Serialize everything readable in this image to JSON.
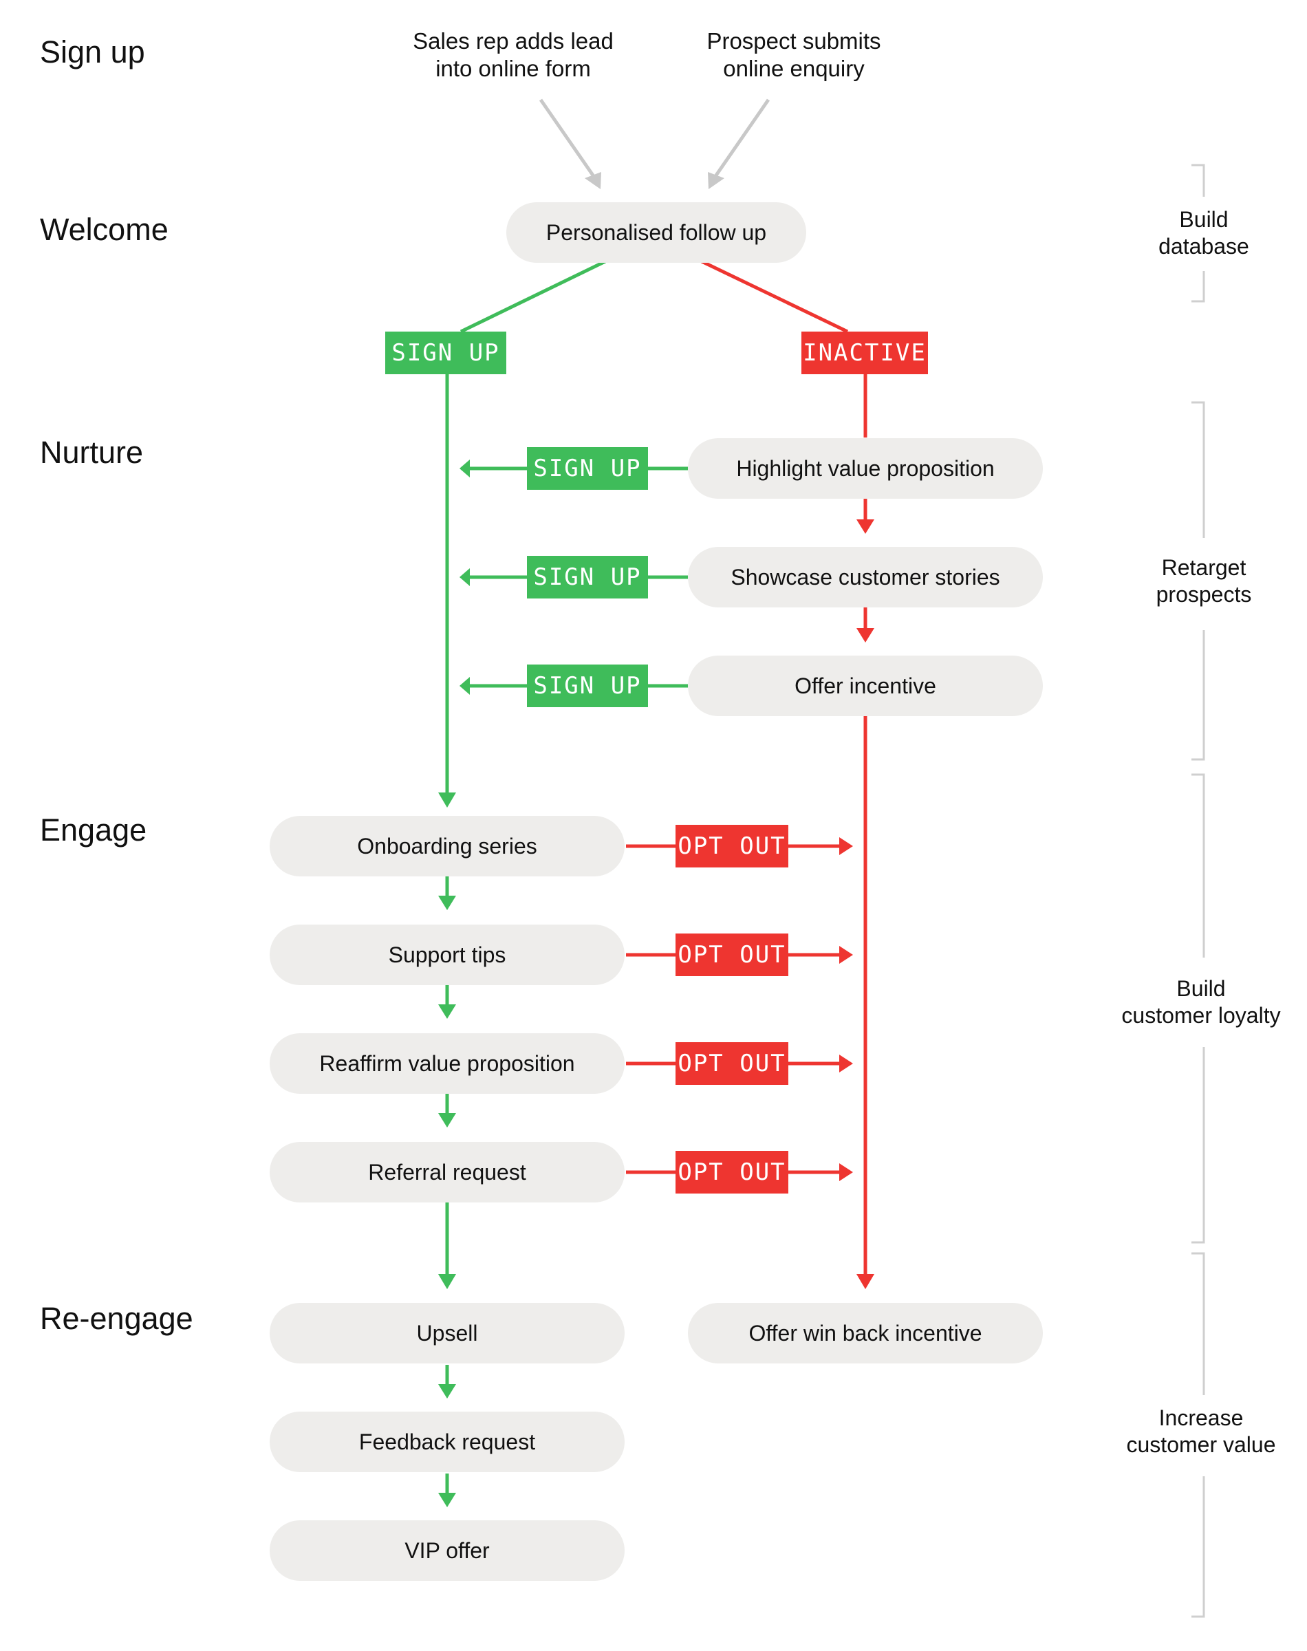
{
  "stages": {
    "signup": "Sign up",
    "welcome": "Welcome",
    "nurture": "Nurture",
    "engage": "Engage",
    "reengage": "Re-engage"
  },
  "sources": {
    "sales_rep": {
      "line1": "Sales rep adds lead",
      "line2": "into online form"
    },
    "prospect": {
      "line1": "Prospect submits",
      "line2": "online enquiry"
    }
  },
  "nodes": {
    "personalised_follow_up": "Personalised follow up",
    "highlight_value": "Highlight value proposition",
    "showcase_stories": "Showcase customer stories",
    "offer_incentive": "Offer incentive",
    "onboarding_series": "Onboarding series",
    "support_tips": "Support tips",
    "reaffirm_value": "Reaffirm value proposition",
    "referral_request": "Referral request",
    "upsell": "Upsell",
    "feedback_request": "Feedback request",
    "vip_offer": "VIP offer",
    "win_back": "Offer win back incentive"
  },
  "tags": {
    "sign_up": "SIGN UP",
    "inactive": "INACTIVE",
    "opt_out": "OPT OUT"
  },
  "phases": {
    "build_database": {
      "line1": "Build",
      "line2": "database"
    },
    "retarget": {
      "line1": "Retarget",
      "line2": "prospects"
    },
    "loyalty": {
      "line1": "Build",
      "line2": "customer loyalty"
    },
    "value": {
      "line1": "Increase",
      "line2": "customer value"
    }
  },
  "colors": {
    "green": "#3fbc5a",
    "red": "#ee3530",
    "grey_arrow": "#c8c8c8",
    "node_bg": "#eeedeb",
    "bracket": "#cfcfcf"
  }
}
